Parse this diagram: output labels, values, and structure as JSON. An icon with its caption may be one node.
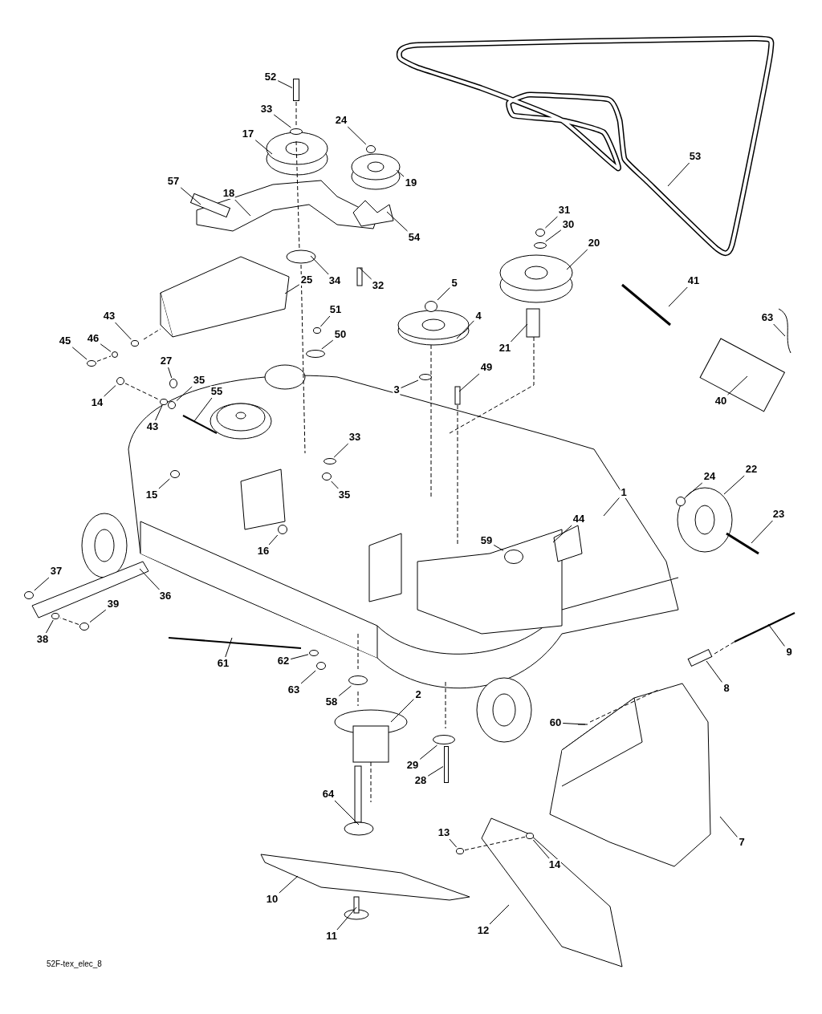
{
  "diagram": {
    "nodes": [
      {
        "text": [
          "52"
        ]
      },
      {
        "text": [
          "33"
        ]
      },
      {
        "text": [
          "24"
        ]
      },
      {
        "text": [
          "17"
        ]
      },
      {
        "text": [
          "53"
        ]
      },
      {
        "text": [
          "19"
        ]
      },
      {
        "text": [
          "57"
        ]
      },
      {
        "text": [
          "18"
        ]
      },
      {
        "text": [
          "31"
        ]
      },
      {
        "text": [
          "30"
        ]
      },
      {
        "text": [
          "54"
        ]
      },
      {
        "text": [
          "20"
        ]
      },
      {
        "text": [
          "25"
        ]
      },
      {
        "text": [
          "34"
        ]
      },
      {
        "text": [
          "41"
        ]
      },
      {
        "text": [
          "5"
        ]
      },
      {
        "text": [
          "32"
        ]
      },
      {
        "text": [
          "51"
        ]
      },
      {
        "text": [
          "43"
        ]
      },
      {
        "text": [
          "4"
        ]
      },
      {
        "text": [
          "63"
        ]
      },
      {
        "text": [
          "50"
        ]
      },
      {
        "text": [
          "46"
        ]
      },
      {
        "text": [
          "45"
        ]
      },
      {
        "text": [
          "21"
        ]
      },
      {
        "text": [
          "27"
        ]
      },
      {
        "text": [
          "49"
        ]
      },
      {
        "text": [
          "35"
        ]
      },
      {
        "text": [
          "3"
        ]
      },
      {
        "text": [
          "55"
        ]
      },
      {
        "text": [
          "14"
        ]
      },
      {
        "text": [
          "40"
        ]
      },
      {
        "text": [
          "43"
        ]
      },
      {
        "text": [
          "33"
        ]
      },
      {
        "text": [
          "24"
        ]
      },
      {
        "text": [
          "22"
        ]
      },
      {
        "text": [
          "1"
        ]
      },
      {
        "text": [
          "15"
        ]
      },
      {
        "text": [
          "35"
        ]
      },
      {
        "text": [
          "23"
        ]
      },
      {
        "text": [
          "44"
        ]
      },
      {
        "text": [
          "59"
        ]
      },
      {
        "text": [
          "16"
        ]
      },
      {
        "text": [
          "37"
        ]
      },
      {
        "text": [
          "36"
        ]
      },
      {
        "text": [
          "39"
        ]
      },
      {
        "text": [
          "38"
        ]
      },
      {
        "text": [
          "9"
        ]
      },
      {
        "text": [
          "62"
        ]
      },
      {
        "text": [
          "61"
        ]
      },
      {
        "text": [
          "8"
        ]
      },
      {
        "text": [
          "63"
        ]
      },
      {
        "text": [
          "2"
        ]
      },
      {
        "text": [
          "58"
        ]
      },
      {
        "text": [
          "60"
        ]
      },
      {
        "text": [
          "29"
        ]
      },
      {
        "text": [
          "28"
        ]
      },
      {
        "text": [
          "64"
        ]
      },
      {
        "text": [
          "13"
        ]
      },
      {
        "text": [
          "7"
        ]
      },
      {
        "text": [
          "14"
        ]
      },
      {
        "text": [
          "10"
        ]
      },
      {
        "text": [
          "12"
        ]
      },
      {
        "text": [
          "11"
        ]
      },
      {
        "text": [],
        "shape": "box"
      },
      {
        "text": [],
        "shape": "circle"
      },
      {
        "text": [],
        "shape": "circle"
      },
      {
        "text": [],
        "shape": "circle"
      },
      {
        "text": [],
        "shape": "circle"
      },
      {
        "text": [],
        "shape": "circle"
      },
      {
        "text": [],
        "shape": "circle"
      },
      {
        "text": [],
        "shape": "circle"
      },
      {
        "text": [],
        "shape": "circle"
      },
      {
        "text": [],
        "shape": "circle"
      },
      {
        "text": [],
        "shape": "circle"
      },
      {
        "text": [],
        "shape": "circle"
      },
      {
        "text": [],
        "shape": "circle"
      },
      {
        "text": [],
        "shape": "circle"
      },
      {
        "text": [],
        "shape": "circle"
      },
      {
        "text": [],
        "shape": "circle"
      },
      {
        "text": [],
        "shape": "circle"
      },
      {
        "text": [],
        "shape": "circle"
      },
      {
        "text": [],
        "shape": "circle"
      },
      {
        "text": [],
        "shape": "circle"
      },
      {
        "text": [],
        "shape": "circle"
      },
      {
        "text": [],
        "shape": "circle"
      },
      {
        "text": [],
        "shape": "circle"
      },
      {
        "text": [],
        "shape": "circle"
      },
      {
        "text": [],
        "shape": "circle"
      },
      {
        "text": [],
        "shape": "circle"
      },
      {
        "text": [],
        "shape": "circle"
      },
      {
        "text": [],
        "shape": "circle"
      },
      {
        "text": [],
        "shape": "circle"
      },
      {
        "text": [],
        "shape": "circle"
      },
      {
        "text": [],
        "shape": "circle"
      },
      {
        "text": [],
        "shape": "box"
      }
    ],
    "edges": [
      {
        "from": 0,
        "to": 64,
        "arrow": "none"
      },
      {
        "from": 1,
        "to": 65,
        "arrow": "none"
      },
      {
        "from": 2,
        "to": 66,
        "arrow": "none"
      },
      {
        "from": 3,
        "to": null,
        "arrow": "none"
      },
      {
        "from": 4,
        "to": null,
        "arrow": "none"
      },
      {
        "from": 5,
        "to": null,
        "arrow": "none"
      },
      {
        "from": 6,
        "to": null,
        "arrow": "none"
      },
      {
        "from": 7,
        "to": null,
        "arrow": "none"
      },
      {
        "from": 8,
        "to": 67,
        "arrow": "none"
      },
      {
        "from": 9,
        "to": 68,
        "arrow": "none"
      },
      {
        "from": 10,
        "to": null,
        "arrow": "none"
      },
      {
        "from": 11,
        "to": null,
        "arrow": "none"
      },
      {
        "from": 12,
        "to": null,
        "arrow": "none"
      },
      {
        "from": 13,
        "to": null,
        "arrow": "none"
      },
      {
        "from": 14,
        "to": null,
        "arrow": "none"
      },
      {
        "from": 15,
        "to": 69,
        "arrow": "none"
      },
      {
        "from": 16,
        "to": null,
        "arrow": "none"
      },
      {
        "from": 17,
        "to": 70,
        "arrow": "none"
      },
      {
        "from": 18,
        "to": 71,
        "arrow": "none"
      },
      {
        "from": 19,
        "to": null,
        "arrow": "none"
      },
      {
        "from": 20,
        "to": null,
        "arrow": "none"
      },
      {
        "from": 21,
        "to": 72,
        "arrow": "none"
      },
      {
        "from": 22,
        "to": 73,
        "arrow": "none"
      },
      {
        "from": 23,
        "to": 74,
        "arrow": "none"
      },
      {
        "from": 24,
        "to": null,
        "arrow": "none"
      },
      {
        "from": 25,
        "to": 75,
        "arrow": "none"
      },
      {
        "from": 26,
        "to": null,
        "arrow": "none"
      },
      {
        "from": 27,
        "to": 76,
        "arrow": "none"
      },
      {
        "from": 28,
        "to": 77,
        "arrow": "none"
      },
      {
        "from": 29,
        "to": null,
        "arrow": "none"
      },
      {
        "from": 30,
        "to": 78,
        "arrow": "none"
      },
      {
        "from": 31,
        "to": null,
        "arrow": "none"
      },
      {
        "from": 32,
        "to": 79,
        "arrow": "none"
      },
      {
        "from": 33,
        "to": 80,
        "arrow": "none"
      },
      {
        "from": 34,
        "to": 81,
        "arrow": "none"
      },
      {
        "from": 35,
        "to": null,
        "arrow": "none"
      },
      {
        "from": 36,
        "to": null,
        "arrow": "none"
      },
      {
        "from": 37,
        "to": 82,
        "arrow": "none"
      },
      {
        "from": 38,
        "to": 83,
        "arrow": "none"
      },
      {
        "from": 39,
        "to": null,
        "arrow": "none"
      },
      {
        "from": 40,
        "to": null,
        "arrow": "none"
      },
      {
        "from": 41,
        "to": 84,
        "arrow": "none"
      },
      {
        "from": 42,
        "to": 85,
        "arrow": "none"
      },
      {
        "from": 43,
        "to": 86,
        "arrow": "none"
      },
      {
        "from": 44,
        "to": null,
        "arrow": "none"
      },
      {
        "from": 45,
        "to": 87,
        "arrow": "none"
      },
      {
        "from": 46,
        "to": 88,
        "arrow": "none"
      },
      {
        "from": 47,
        "to": null,
        "arrow": "none"
      },
      {
        "from": 48,
        "to": 89,
        "arrow": "none"
      },
      {
        "from": 49,
        "to": null,
        "arrow": "none"
      },
      {
        "from": 50,
        "to": null,
        "arrow": "none"
      },
      {
        "from": 51,
        "to": 90,
        "arrow": "none"
      },
      {
        "from": 52,
        "to": null,
        "arrow": "none"
      },
      {
        "from": 53,
        "to": 91,
        "arrow": "none"
      },
      {
        "from": 54,
        "to": null,
        "arrow": "none"
      },
      {
        "from": 55,
        "to": 92,
        "arrow": "none"
      },
      {
        "from": 56,
        "to": 95,
        "arrow": "none"
      },
      {
        "from": 57,
        "to": null,
        "arrow": "none"
      },
      {
        "from": 58,
        "to": 93,
        "arrow": "none"
      },
      {
        "from": 59,
        "to": null,
        "arrow": "none"
      },
      {
        "from": 60,
        "to": 94,
        "arrow": "none"
      },
      {
        "from": 61,
        "to": null,
        "arrow": "none"
      },
      {
        "from": 62,
        "to": null,
        "arrow": "none"
      },
      {
        "from": 63,
        "to": null,
        "arrow": "none"
      },
      {
        "from": 64,
        "to": 65,
        "arrow": "none",
        "style": "dashed"
      },
      {
        "from": 74,
        "to": 73,
        "arrow": "none",
        "style": "dashed"
      },
      {
        "from": 78,
        "to": 79,
        "arrow": "none",
        "style": "dashed"
      },
      {
        "from": 87,
        "to": 88,
        "arrow": "none",
        "style": "dashed"
      },
      {
        "from": 93,
        "to": 94,
        "arrow": "none",
        "style": "dashed"
      }
    ],
    "labels": [
      "52F-tex_elec_8"
    ]
  }
}
